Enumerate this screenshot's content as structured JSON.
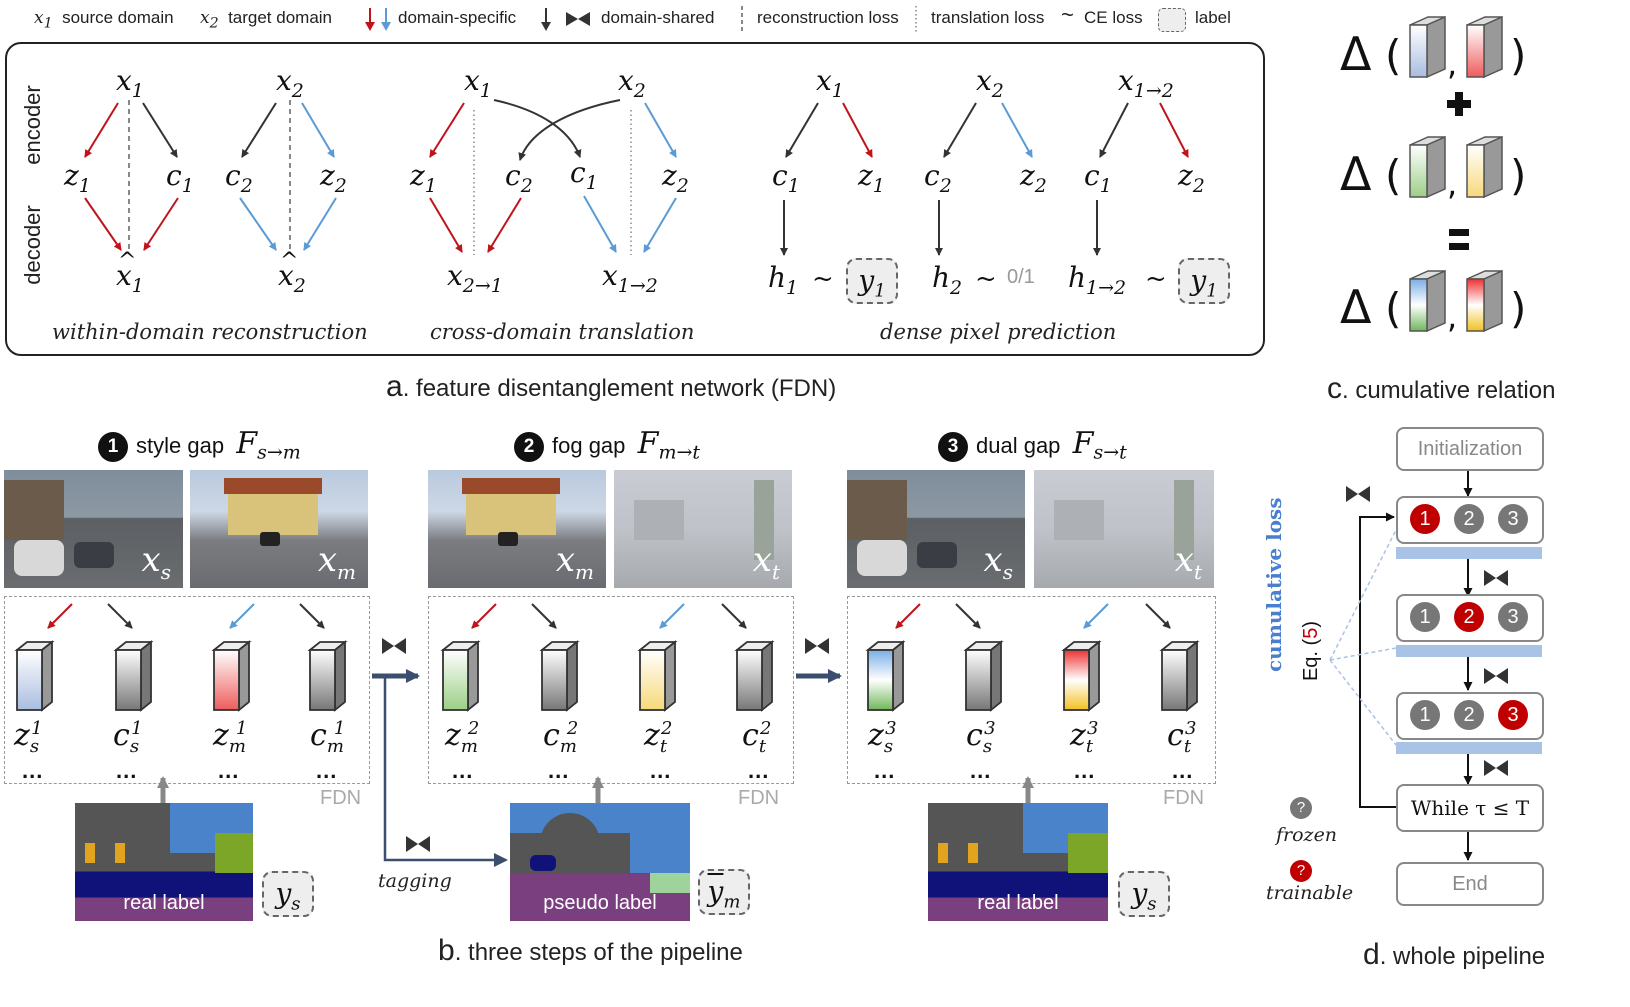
{
  "legend": {
    "x1": "x",
    "x1_sub": "1",
    "x1_label": "source domain",
    "x2": "x",
    "x2_sub": "2",
    "x2_label": "target domain",
    "specific_label": "domain-specific",
    "shared_label": "domain-shared",
    "recon_label": "reconstruction loss",
    "trans_label": "translation loss",
    "ce_symbol": "~",
    "ce_label": "CE loss",
    "label_label": "label"
  },
  "panel_a": {
    "encoder_label": "encoder",
    "decoder_label": "decoder",
    "section_labels": [
      "within-domain reconstruction",
      "cross-domain translation",
      "dense pixel prediction"
    ],
    "zero_one": "0/1",
    "caption_letter": "a",
    "caption_text": ". feature disentanglement network (FDN)"
  },
  "panel_b": {
    "steps": [
      {
        "num": "1",
        "name": "style gap",
        "F": "F",
        "F_sub": "s→m",
        "img_a": "x",
        "img_a_sub": "s",
        "img_b": "x",
        "img_b_sub": "m",
        "features": [
          [
            "z",
            "s",
            "1"
          ],
          [
            "c",
            "s",
            "1"
          ],
          [
            "z",
            "m",
            "1"
          ],
          [
            "c",
            "m",
            "1"
          ]
        ],
        "label_text": "real label",
        "label_sym": "y",
        "label_sub": "s"
      },
      {
        "num": "2",
        "name": "fog gap",
        "F": "F",
        "F_sub": "m→t",
        "img_a": "x",
        "img_a_sub": "m",
        "img_b": "x",
        "img_b_sub": "t",
        "features": [
          [
            "z",
            "m",
            "2"
          ],
          [
            "c",
            "m",
            "2"
          ],
          [
            "z",
            "t",
            "2"
          ],
          [
            "c",
            "t",
            "2"
          ]
        ],
        "label_text": "pseudo label",
        "label_sym": "y",
        "label_sub": "m"
      },
      {
        "num": "3",
        "name": "dual gap",
        "F": "F",
        "F_sub": "s→t",
        "img_a": "x",
        "img_a_sub": "s",
        "img_b": "x",
        "img_b_sub": "t",
        "features": [
          [
            "z",
            "s",
            "3"
          ],
          [
            "c",
            "s",
            "3"
          ],
          [
            "z",
            "t",
            "3"
          ],
          [
            "c",
            "t",
            "3"
          ]
        ],
        "label_text": "real label",
        "label_sym": "y",
        "label_sub": "s"
      }
    ],
    "fdn_label": "FDN",
    "dots": "...",
    "tagging": "tagging",
    "caption_letter": "b",
    "caption_text": ". three steps of the pipeline"
  },
  "panel_c": {
    "delta": "Δ",
    "plus": "+",
    "equals": "=",
    "caption_letter": "c",
    "caption_text": ". cumulative relation"
  },
  "panel_d": {
    "init": "Initialization",
    "while_text": "While τ ≤ T",
    "end": "End",
    "step_nums": [
      "1",
      "2",
      "3"
    ],
    "cumulative_loss": "cumulative loss",
    "eq_prefix": "Eq. (",
    "eq_num": "5",
    "eq_suffix": ")",
    "frozen": "frozen",
    "trainable": "trainable",
    "q_mark": "?",
    "caption_letter": "d",
    "caption_text": ". whole pipeline"
  },
  "colors": {
    "red_arrow": "#c0141c",
    "blue_arrow": "#5a9bd5",
    "dark_arrow": "#333333",
    "navy_arrow": "#3c4e6e",
    "cube_blue": "#a9bde0",
    "cube_red": "#ee6a6a",
    "cube_green": "#9bcf86",
    "cube_yellow": "#f7d979",
    "cube_grey": "#8f8f8f",
    "trainable_red": "#c00000",
    "frozen_grey": "#777777",
    "cumulative_blue": "#4a7fd0"
  }
}
